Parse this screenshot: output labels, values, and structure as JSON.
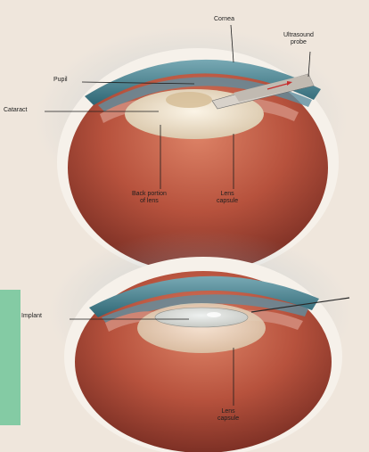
{
  "figure_top": {
    "labels": {
      "cornea": "Cornea",
      "probe": [
        "Ultrasound",
        "probe"
      ],
      "pupil": "Pupil",
      "cataract": "Cataract",
      "back_portion": [
        "Back portion",
        "of lens"
      ],
      "lens_capsule": [
        "Lens",
        "capsule"
      ]
    }
  },
  "figure_bottom": {
    "labels": {
      "implant": "Implant",
      "lens_capsule": [
        "Lens",
        "capsule"
      ]
    }
  },
  "colors": {
    "background": "#efe6dc",
    "sclera": "#f6f1ea",
    "eye_interior": "#b7523d",
    "cornea": "#3c7f8e",
    "iris": "#cf8574",
    "lens": "#ece0cb",
    "instrument": "#d8d2ca",
    "side_bar": "#84cba4"
  }
}
